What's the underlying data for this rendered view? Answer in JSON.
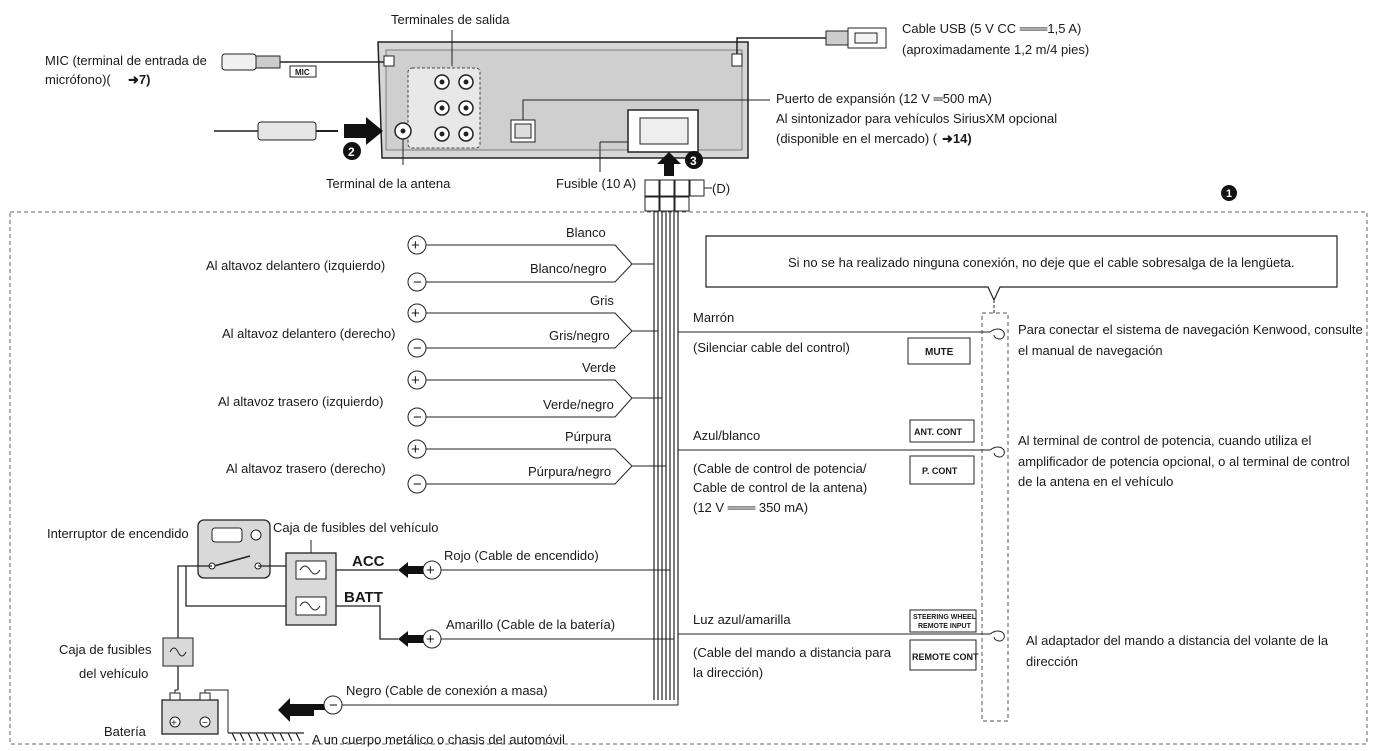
{
  "top": {
    "output_terminals": "Terminales de salida",
    "mic_line1": "MIC (terminal de entrada de",
    "mic_line2": "micrófono)(",
    "mic_ref": "7)",
    "mic_plug_label": "MIC",
    "usb_line1": "Cable USB (5 V CC ═══1,5 A)",
    "usb_line2": "(aproximadamente 1,2 m/4 pies)",
    "expansion_line1": "Puerto de expansión (12 V ═500 mA)",
    "expansion_line2": "Al sintonizador para vehículos SiriusXM opcional",
    "expansion_line3": "(disponible en el mercado) (",
    "expansion_ref": "14)",
    "antenna_terminal": "Terminal de la antena",
    "fuse": "Fusible (10 A)",
    "connector_d": "(D)",
    "step1": "1",
    "step2": "2",
    "step3": "3"
  },
  "note": "Si no se ha realizado ninguna conexión, no deje que el cable sobresalga de la lengüeta.",
  "speakers": [
    {
      "target": "Al altavoz delantero (izquierdo)",
      "pos": "Blanco",
      "neg": "Blanco/negro"
    },
    {
      "target": "Al altavoz delantero (derecho)",
      "pos": "Gris",
      "neg": "Gris/negro"
    },
    {
      "target": "Al altavoz trasero (izquierdo)",
      "pos": "Verde",
      "neg": "Verde/negro"
    },
    {
      "target": "Al altavoz trasero (derecho)",
      "pos": "Púrpura",
      "neg": "Púrpura/negro"
    }
  ],
  "power": {
    "ignition_switch": "Interruptor de encendido",
    "fuse_box": "Caja de fusibles del vehículo",
    "acc": "ACC",
    "batt": "BATT",
    "red_wire": "Rojo (Cable de encendido)",
    "yellow_wire": "Amarillo (Cable de la batería)",
    "fuse_box2_line1": "Caja de fusibles",
    "fuse_box2_line2": "del vehículo",
    "black_wire": "Negro (Cable de conexión a masa)",
    "battery": "Batería",
    "ground": "A un cuerpo metálico o chasis del automóvil"
  },
  "controls": {
    "mute_wire": "Marrón",
    "mute_desc": "(Silenciar cable del control)",
    "mute_label": "MUTE",
    "mute_target_line1": "Para conectar el sistema de navegación Kenwood, consulte",
    "mute_target_line2": "el manual de navegación",
    "pcont_wire": "Azul/blanco",
    "pcont_desc1": "(Cable de control de potencia/",
    "pcont_desc2": "Cable de control de la antena)",
    "pcont_desc3": "(12 V  ═══ 350 mA)",
    "antcont_label": "ANT. CONT",
    "pcont_label": "P. CONT",
    "pcont_target_line1": "Al terminal de control de potencia, cuando utiliza el",
    "pcont_target_line2": "amplificador de potencia opcional, o al terminal de control",
    "pcont_target_line3": "de la antena en el vehículo",
    "remote_wire": "Luz azul/amarilla",
    "remote_desc1": "(Cable del mando a distancia para",
    "remote_desc2": "la dirección)",
    "steering_label1": "STEERING WHEEL",
    "steering_label2": "REMOTE INPUT",
    "remote_label": "REMOTE CONT",
    "remote_target_line1": "Al adaptador del mando a distancia del volante de la",
    "remote_target_line2": "dirección"
  }
}
